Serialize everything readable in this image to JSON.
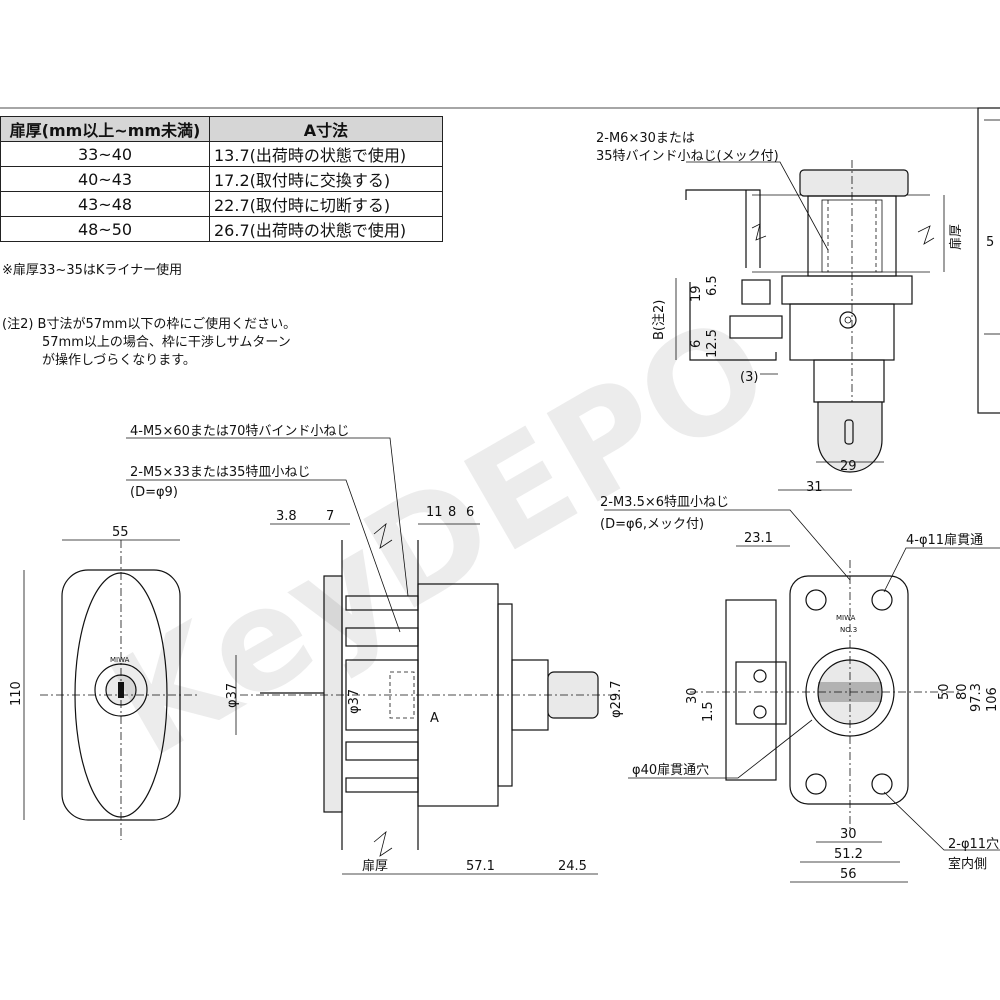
{
  "table": {
    "headers": [
      "扉厚(mm以上~mm未満)",
      "A寸法"
    ],
    "rows": [
      [
        "33~40",
        "13.7(出荷時の状態で使用)"
      ],
      [
        "40~43",
        "17.2(取付時に交換する)"
      ],
      [
        "43~48",
        "22.7(取付時に切断する)"
      ],
      [
        "48~50",
        "26.7(出荷時の状態で使用)"
      ]
    ]
  },
  "notes": {
    "liner": "※扉厚33~35はKライナー使用",
    "note2_line1": "(注2) B寸法が57mm以下の枠にご使用ください。",
    "note2_line2": "57mm以上の場合、枠に干渉しサムターン",
    "note2_line3": "が操作しづらくなります。"
  },
  "callouts": {
    "screw_m6": "2-M6×30または",
    "screw_m6_b": "35特バインド小ねじ(メック付)",
    "screw_m5_60": "4-M5×60または70特バインド小ねじ",
    "screw_m5_33": "2-M5×33または35特皿小ねじ",
    "screw_m5_33_b": "(D=φ9)",
    "screw_m35": "2-M3.5×6特皿小ねじ",
    "screw_m35_b": "(D=φ6,メック付)",
    "hole_4": "4-φ11扉貫通",
    "hole_40": "φ40扉貫通穴",
    "hole_2": "2-φ11穴",
    "inside": "室内側",
    "door": "扉厚",
    "door_right": "扉厚",
    "label_a": "A",
    "label_b": "B(注2)",
    "brand": "MIWA",
    "no3": "NO.3"
  },
  "dims": {
    "d55": "55",
    "d110": "110",
    "d37a": "φ37",
    "d37b": "φ37",
    "d297": "φ29.7",
    "d38": "3.8",
    "d7": "7",
    "d11": "11",
    "d8": "8",
    "d6": "6",
    "d571": "57.1",
    "d245": "24.5",
    "d19": "19",
    "d65": "6.5",
    "d125": "12.5",
    "d6b": "6",
    "d3": "(3)",
    "d29": "29",
    "d31": "31",
    "d231": "23.1",
    "d30v": "30",
    "d15": "1.5",
    "d50": "50",
    "d80": "80",
    "d973": "97.3",
    "d106": "106",
    "d30h": "30",
    "d512": "51.2",
    "d56": "56",
    "d5": "5"
  },
  "watermark": "KeyDEPO"
}
